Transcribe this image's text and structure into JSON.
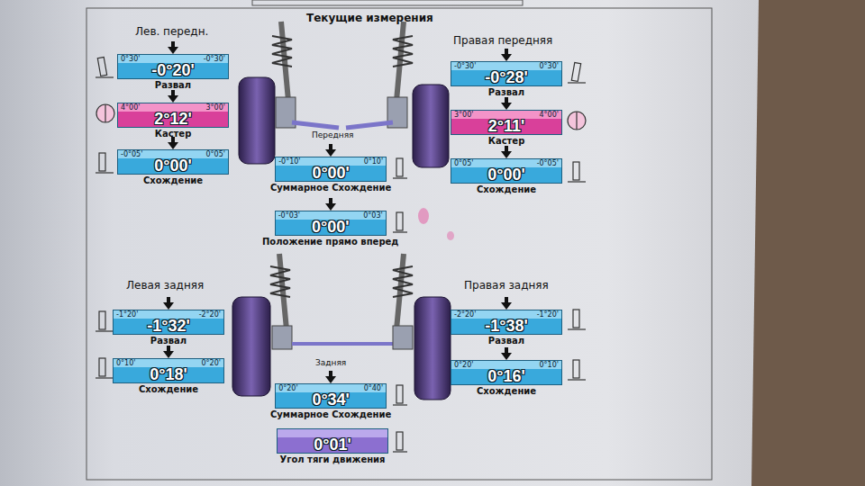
{
  "diagram": {
    "title": "Текущие измерения",
    "nodes": [
      {
        "text": [
          "0°30'",
          "-0°20'",
          "-0°30'",
          "Развал"
        ]
      },
      {
        "text": [
          "-0°30'",
          "-0°28'",
          "0°30'",
          "Развал"
        ]
      },
      {
        "text": [
          "4°00'",
          "2°12'",
          "3°00'",
          "Кастер"
        ]
      },
      {
        "text": [
          "3°00'",
          "2°11'",
          "4°00'",
          "Кастер"
        ]
      },
      {
        "text": [
          "-0°05'",
          "0°00'",
          "0°05'",
          "Схождение"
        ]
      },
      {
        "text": [
          "0°05'",
          "0°00'",
          "-0°05'",
          "Схождение"
        ]
      },
      {
        "text": [
          "-0°10'",
          "0°00'",
          "0°10'",
          "Суммарное Схождение"
        ]
      },
      {
        "text": [
          "-0°03'",
          "0°00'",
          "0°03'",
          "Положение прямо вперед"
        ]
      },
      {
        "text": [
          "-1°20'",
          "-1°32'",
          "-2°20'",
          "Развал"
        ]
      },
      {
        "text": [
          "-2°20'",
          "-1°38'",
          "-1°20'",
          "Развал"
        ]
      },
      {
        "text": [
          "0°10'",
          "0°18'",
          "0°20'",
          "Схождение"
        ]
      },
      {
        "text": [
          "0°20'",
          "0°16'",
          "0°10'",
          "Схождение"
        ]
      },
      {
        "text": [
          "0°20'",
          "0°34'",
          "0°40'",
          "Суммарное Схождение"
        ]
      },
      {
        "text": [
          "0°01'",
          "Угол тяги движения"
        ]
      }
    ],
    "labels": [
      "Лев. передн.",
      "Правая передняя",
      "Передняя",
      "Левая задняя",
      "Правая задняя",
      "Задняя"
    ]
  }
}
